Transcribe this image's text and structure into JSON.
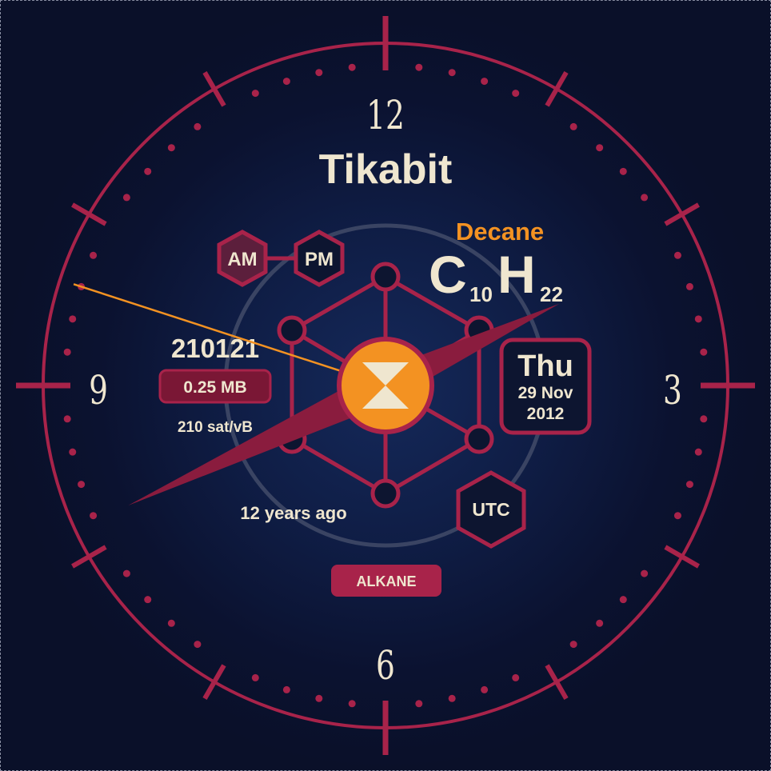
{
  "brand": {
    "name": "Tikabit"
  },
  "dial": {
    "numerals": {
      "twelve": "12",
      "three": "3",
      "six": "6",
      "nine": "9"
    }
  },
  "meridiem": {
    "am_label": "AM",
    "pm_label": "PM",
    "active": "AM"
  },
  "molecule": {
    "name": "Decane",
    "formula": {
      "c": "C",
      "c_sub": "10",
      "h": "H",
      "h_sub": "22"
    },
    "family": "ALKANE"
  },
  "block": {
    "height": "210121",
    "size": "0.25 MB",
    "fee": "210 sat/vB",
    "age": "12 years ago"
  },
  "date": {
    "weekday": "Thu",
    "day_month": "29 Nov",
    "year": "2012"
  },
  "timezone": {
    "label": "UTC"
  },
  "time": {
    "hour": 8,
    "minute": 10,
    "second": 48
  },
  "colors": {
    "accent": "#a8234a",
    "accent_dark": "#7a1735",
    "center": "#f39222",
    "cream": "#efe6cf",
    "orange_text": "#f39222",
    "second_hand": "#f39222"
  },
  "icons": {
    "center": "hourglass-icon"
  }
}
